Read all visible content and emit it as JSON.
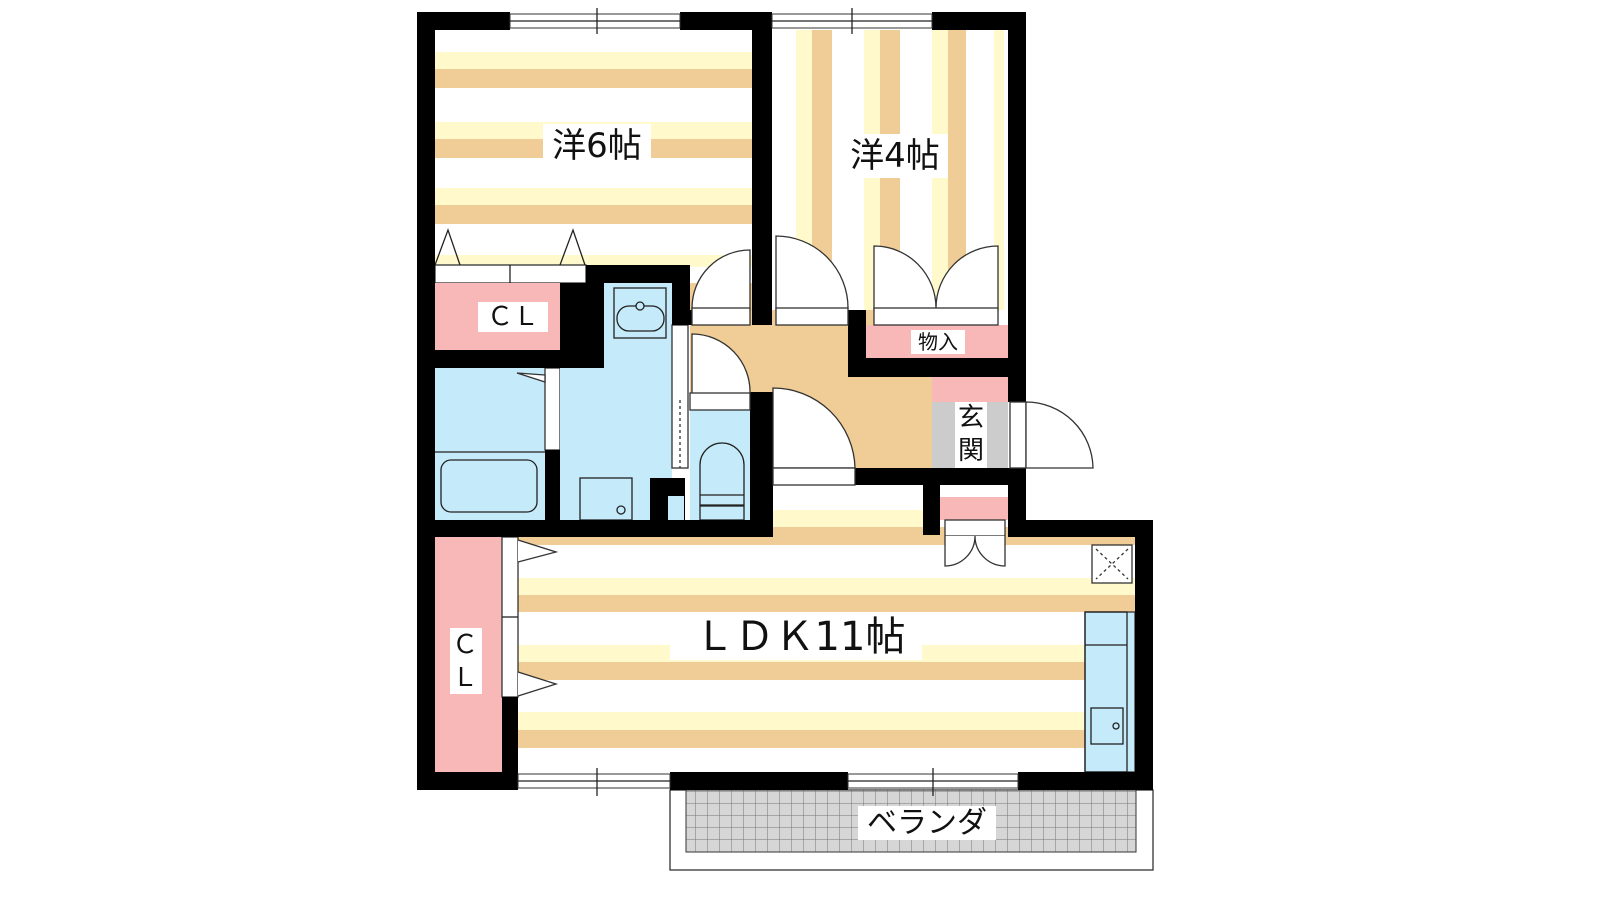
{
  "title": "Floor plan",
  "rooms": {
    "western_6": {
      "label": "洋6帖"
    },
    "western_4": {
      "label": "洋4帖"
    },
    "closet_6": {
      "label": "ＣＬ"
    },
    "storage": {
      "label": "物入"
    },
    "entrance": {
      "label_top": "玄",
      "label_bottom": "関"
    },
    "ldk": {
      "label": "ＬＤＫ11帖"
    },
    "closet_ldk": {
      "label_top": "Ｃ",
      "label_bottom": "Ｌ"
    },
    "veranda": {
      "label": "ベランダ"
    }
  },
  "colors": {
    "wall": "#000000",
    "floor_tan": "#f0cc96",
    "floor_cream": "#fff9cc",
    "closet_pink": "#f9b8b8",
    "wet_blue": "#c5eaf9",
    "entrance_gray": "#cccccc",
    "veranda_grid": "#999999"
  }
}
